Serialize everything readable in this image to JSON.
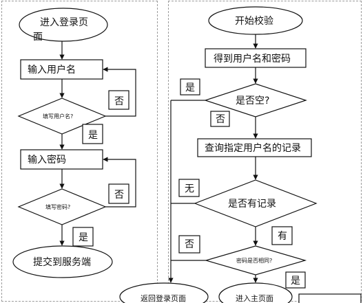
{
  "left_flow": {
    "start": "进入登录页面",
    "input_username": "输入用户名",
    "check_username": "填写用户名?",
    "no_1": "否",
    "yes_1": "是",
    "input_password": "输入密码",
    "check_password": "填写密码?",
    "no_2": "否",
    "yes_2": "是",
    "submit": "提交到服务端"
  },
  "right_flow": {
    "start": "开始校验",
    "get_credentials": "得到用户名和密码",
    "check_empty": "是否空?",
    "yes_empty": "是",
    "no_empty": "否",
    "query_record": "查询指定用户名的记录",
    "check_record": "是否有记录",
    "no_record": "无",
    "has_record": "有",
    "check_password_match": "密码是否相同?",
    "no_match": "否",
    "yes_match": "是",
    "return_login": "返回登录页面",
    "enter_main": "进入主页面",
    "cutoff_box": ""
  }
}
